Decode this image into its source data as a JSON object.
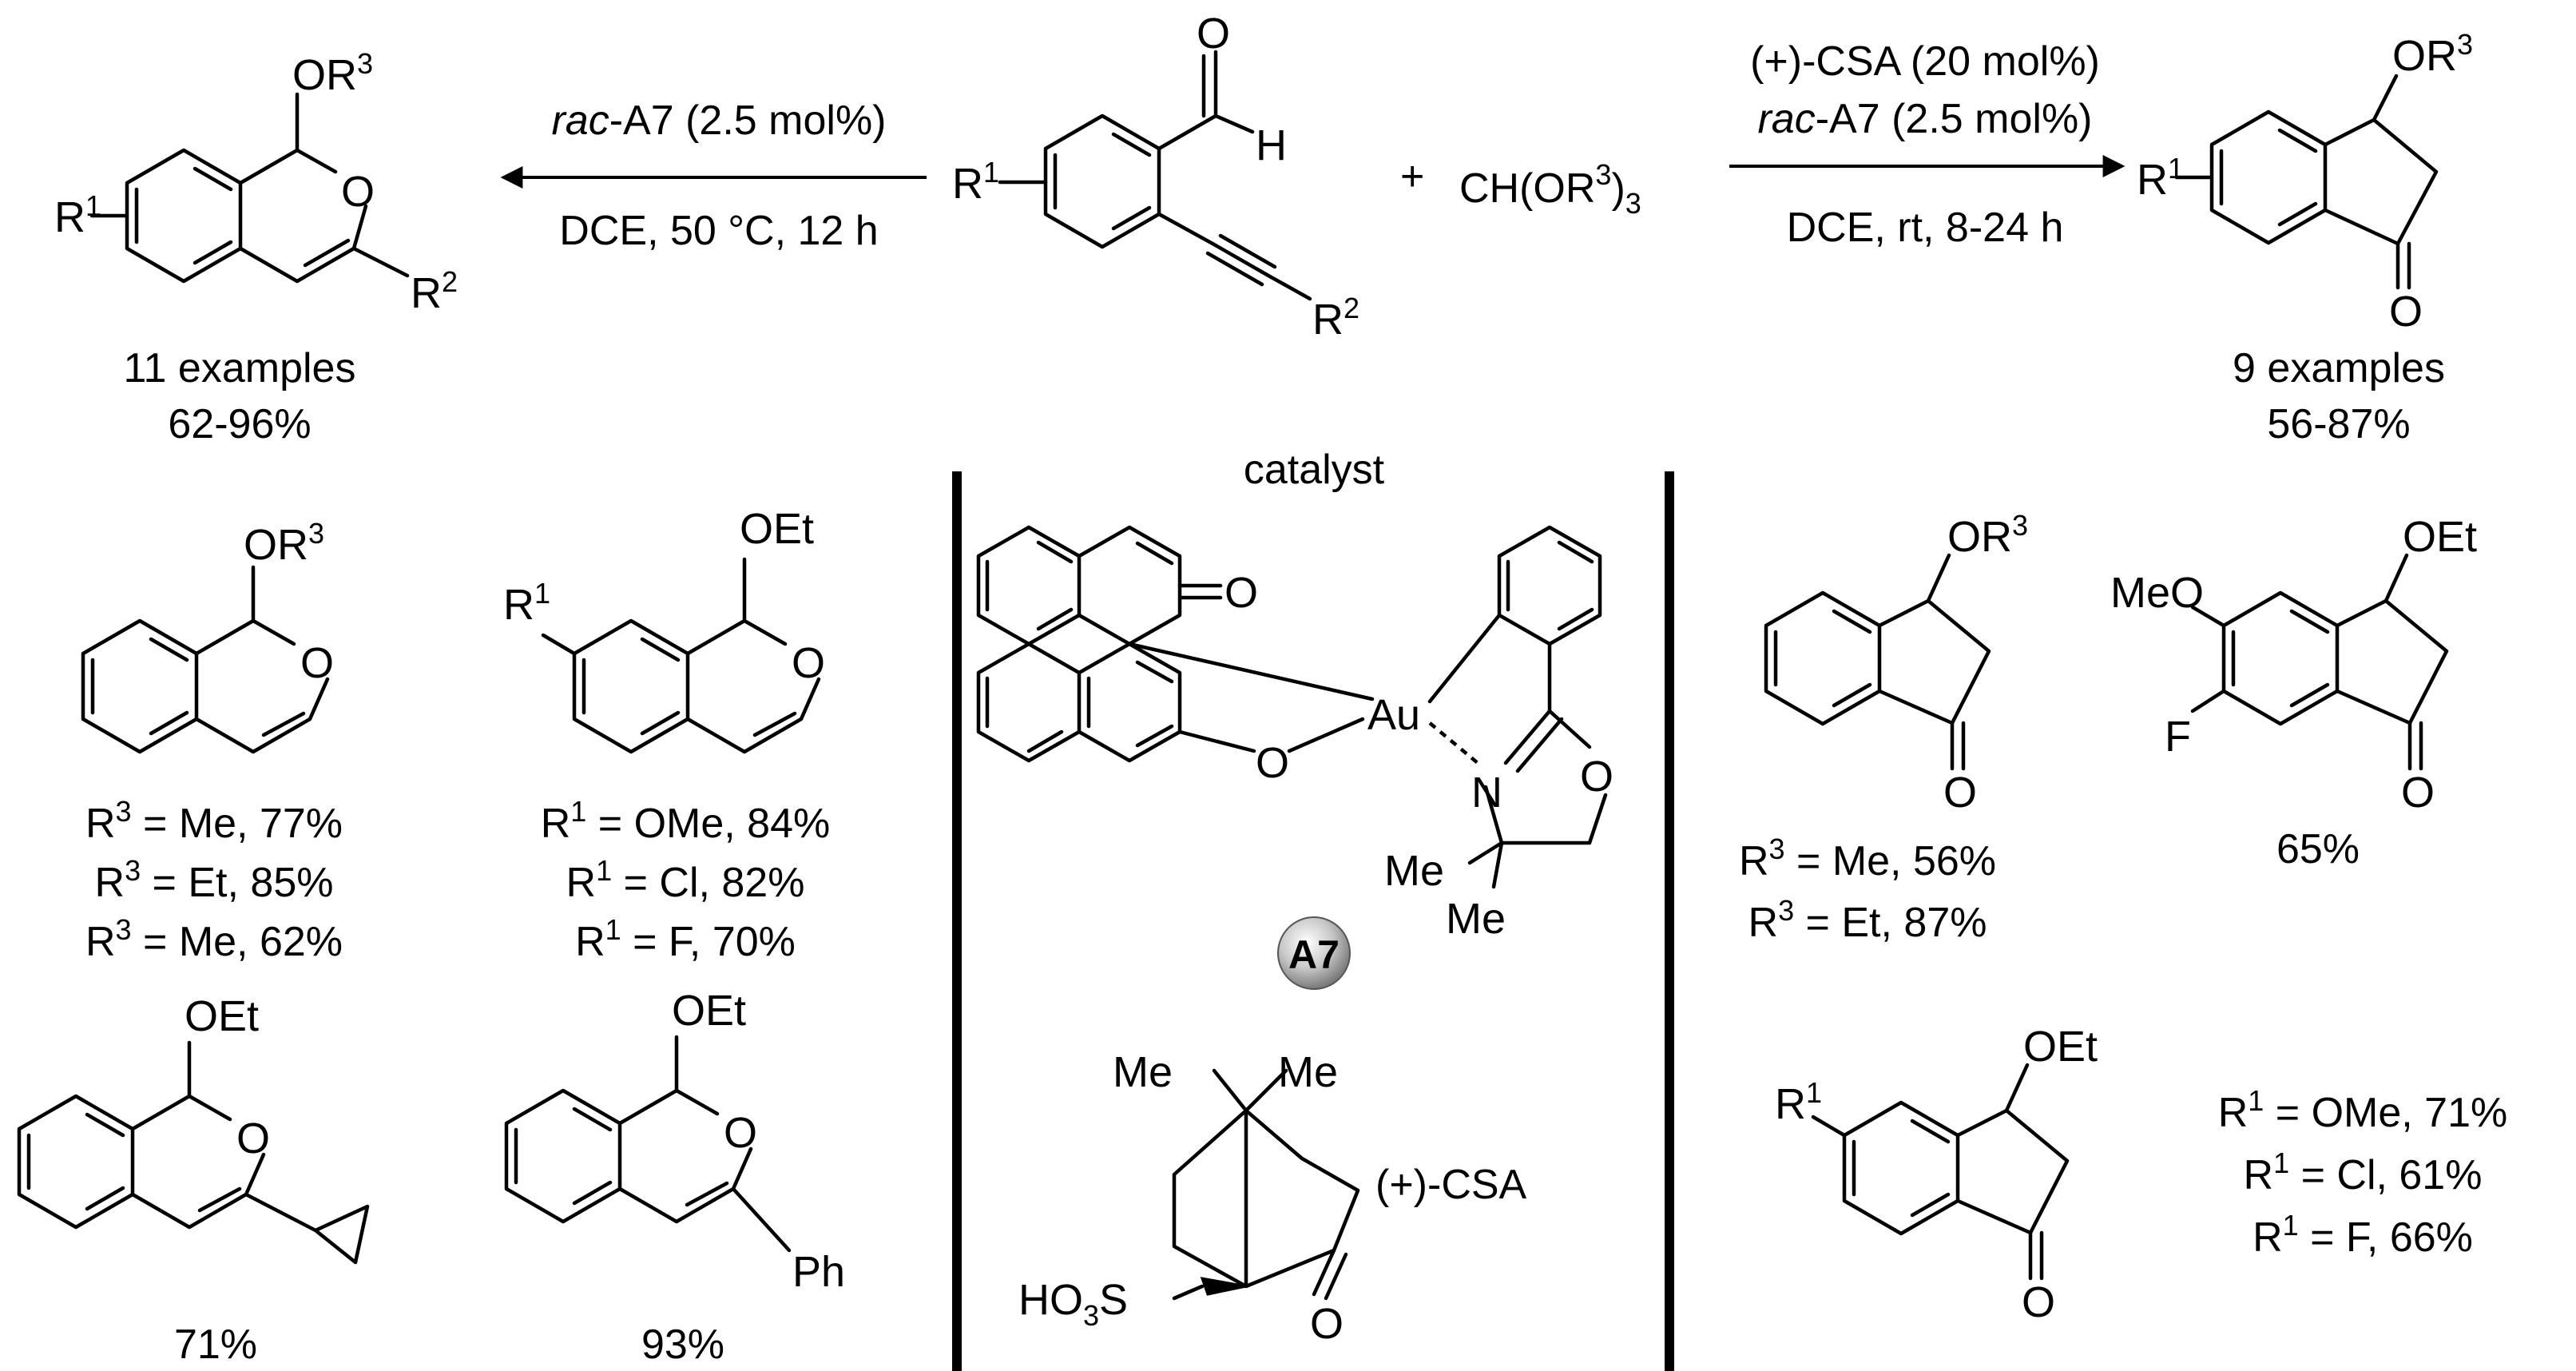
{
  "scheme": {
    "left_arrow": {
      "line1_italic": "rac",
      "line1_rest": "-A7 (2.5 mol%)",
      "line2": "DCE, 50 °C, 12 h"
    },
    "right_arrow": {
      "line1": "(+)-CSA (20 mol%)",
      "line2_italic": "rac",
      "line2_rest": "-A7 (2.5 mol%)",
      "line3": "DCE, rt, 8-24 h"
    },
    "plus": "+",
    "reagent": {
      "base": "CH(OR",
      "sup": "3",
      "close": ")",
      "sub": "3"
    },
    "left_summary": {
      "line1": "11 examples",
      "line2": "62-96%"
    },
    "right_summary": {
      "line1": "9 examples",
      "line2": "56-87%"
    },
    "catalyst_title": "catalyst",
    "catalyst_badge": "A7",
    "csa_label": "(+)-CSA",
    "isochromenes": {
      "parent_rows": [
        {
          "r": "R",
          "sup": "3",
          "text": " = Me, 77%"
        },
        {
          "r": "R",
          "sup": "3",
          "text": " = Et, 85%"
        },
        {
          "r": "R",
          "sup": "3",
          "text": " = Me, 62%"
        }
      ],
      "subst_rows": [
        {
          "r": "R",
          "sup": "1",
          "text": " = OMe, 84%"
        },
        {
          "r": "R",
          "sup": "1",
          "text": " = Cl, 82%"
        },
        {
          "r": "R",
          "sup": "1",
          "text": " = F, 70%"
        }
      ],
      "cyclopropyl_yield": "71%",
      "phenyl_yield": "93%"
    },
    "indanones": {
      "parent_rows": [
        {
          "r": "R",
          "sup": "3",
          "text": " = Me, 56%"
        },
        {
          "r": "R",
          "sup": "3",
          "text": " = Et, 87%"
        }
      ],
      "fluoro_yield": "65%",
      "subst_rows": [
        {
          "r": "R",
          "sup": "1",
          "text": " = OMe, 71%"
        },
        {
          "r": "R",
          "sup": "1",
          "text": " = Cl, 61%"
        },
        {
          "r": "R",
          "sup": "1",
          "text": " = F, 66%"
        }
      ]
    },
    "atoms": {
      "O": "O",
      "H": "H",
      "R": "R",
      "one": "1",
      "two": "2",
      "three": "3",
      "OEt": "OEt",
      "MeO": "MeO",
      "F": "F",
      "Me": "Me",
      "Ph": "Ph",
      "Au": "Au",
      "N": "N",
      "HO": "HO",
      "S": "S",
      "O_eq": "=O"
    }
  }
}
